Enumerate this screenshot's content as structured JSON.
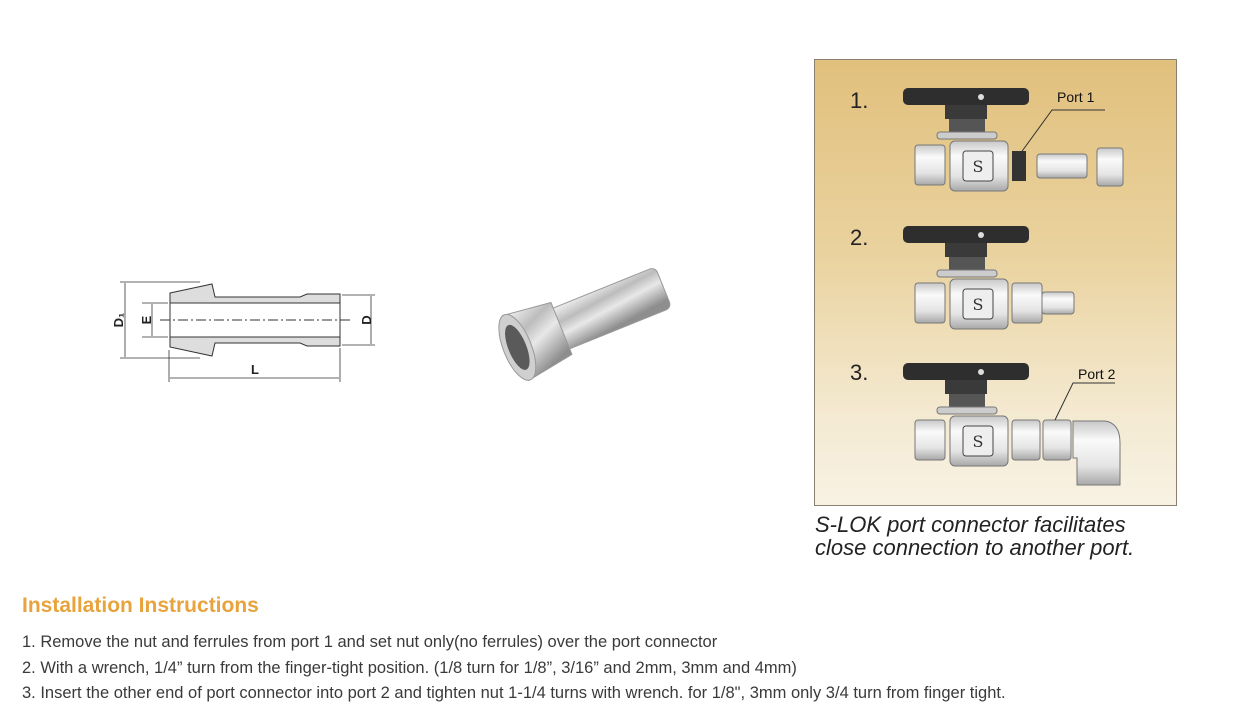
{
  "drawing": {
    "labels": {
      "d1": "D₁",
      "e": "E",
      "d": "D",
      "l": "L"
    }
  },
  "panel": {
    "steps": [
      {
        "number": "1.",
        "port_label": "Port 1"
      },
      {
        "number": "2."
      },
      {
        "number": "3.",
        "port_label": "Port 2"
      }
    ],
    "colors": {
      "top": "#e1c07d",
      "bottom": "#f8f2e4"
    }
  },
  "caption": {
    "line1": "S-LOK port connector facilitates",
    "line2": "close connection to another port."
  },
  "installation": {
    "heading": "Installation Instructions",
    "heading_color": "#e8a33c",
    "steps": [
      "1. Remove the nut and ferrules from port 1 and set nut only(no ferrules) over the port connector",
      "2. With a wrench, 1/4” turn from the finger-tight position. (1/8 turn for 1/8”, 3/16” and 2mm, 3mm and 4mm)",
      "3. Insert the other end of port connector into port 2 and tighten nut 1-1/4 turns with wrench. for 1/8\", 3mm only 3/4 turn from finger tight."
    ]
  }
}
